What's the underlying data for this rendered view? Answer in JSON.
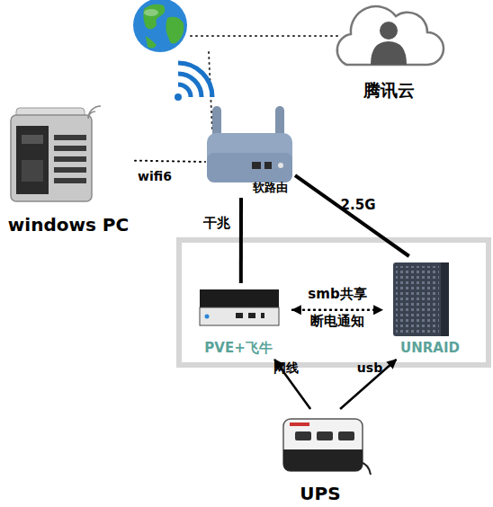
{
  "diagram": {
    "nodes": [
      {
        "text": [
          "腾讯云"
        ]
      },
      {
        "text": [
          "软路由"
        ]
      },
      {
        "text": [
          "windows PC"
        ]
      },
      {
        "text": [
          "PVE+飞牛"
        ]
      },
      {
        "text": [
          "UNRAID"
        ]
      },
      {
        "text": [
          "UPS"
        ]
      }
    ],
    "edges": [
      {
        "from": 2,
        "to": 1,
        "label": "wifi6",
        "arrow": "none"
      },
      {
        "from": 1,
        "to": 3,
        "label": "干兆",
        "arrow": "none"
      },
      {
        "from": 1,
        "to": 4,
        "label": "2.5G",
        "arrow": "none"
      },
      {
        "from": 3,
        "to": 4,
        "label": "smb共享",
        "arrow": "both"
      },
      {
        "from": 5,
        "to": 3,
        "label": "网线",
        "arrow": "to"
      },
      {
        "from": 5,
        "to": 4,
        "label": "usb",
        "arrow": "to"
      }
    ],
    "labels": [
      "断电通知"
    ]
  }
}
